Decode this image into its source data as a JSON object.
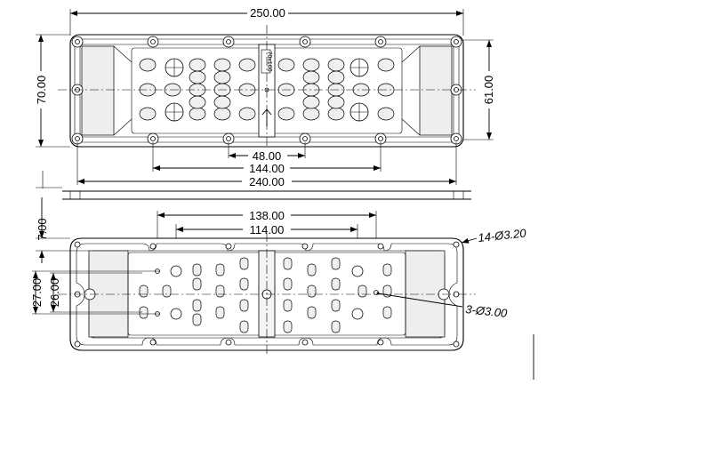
{
  "top_view": {
    "dims": {
      "overall_length": "250.00",
      "overall_width": "70.00",
      "inner_width": "61.00",
      "slot_spacing": "48.00",
      "screw_span": "144.00",
      "inner_length": "240.00"
    },
    "label_plate_text": "70x160"
  },
  "bottom_view": {
    "dims": {
      "span_138": "138.00",
      "span_114": "114.00",
      "offset_7": "7.00",
      "height_27": "27.00",
      "height_26": "26.00"
    },
    "callouts": {
      "mount_holes": "14-Ø3.20",
      "small_holes": "3-Ø3.00"
    }
  }
}
